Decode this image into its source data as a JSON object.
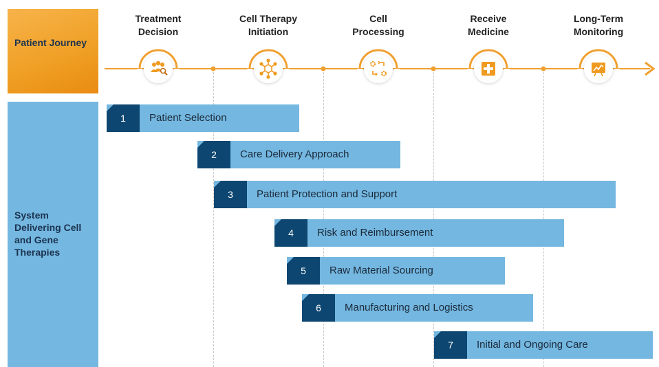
{
  "journey": {
    "label": "Patient Journey",
    "colors": {
      "line": "#f0a030",
      "arc": "#f0a030",
      "icon_primary": "#ef9a20",
      "icon_dark": "#c06a10"
    },
    "stages": [
      {
        "title": "Treatment\nDecision",
        "icon": "people-search-icon"
      },
      {
        "title": "Cell Therapy\nInitiation",
        "icon": "molecule-icon"
      },
      {
        "title": "Cell\nProcessing",
        "icon": "gears-process-icon"
      },
      {
        "title": "Receive\nMedicine",
        "icon": "medical-cross-icon"
      },
      {
        "title": "Long-Term\nMonitoring",
        "icon": "chart-monitor-icon"
      }
    ]
  },
  "system": {
    "label": "System Delivering Cell and Gene Therapies",
    "colors": {
      "panel": "#74b7e0",
      "bar": "#74b7e0",
      "number_tab": "#0d4670"
    },
    "items": [
      {
        "number": "1",
        "label": "Patient Selection"
      },
      {
        "number": "2",
        "label": "Care Delivery Approach"
      },
      {
        "number": "3",
        "label": "Patient Protection and Support"
      },
      {
        "number": "4",
        "label": "Risk and Reimbursement"
      },
      {
        "number": "5",
        "label": "Raw Material Sourcing"
      },
      {
        "number": "6",
        "label": "Manufacturing and Logistics"
      },
      {
        "number": "7",
        "label": "Initial and Ongoing Care"
      }
    ]
  }
}
